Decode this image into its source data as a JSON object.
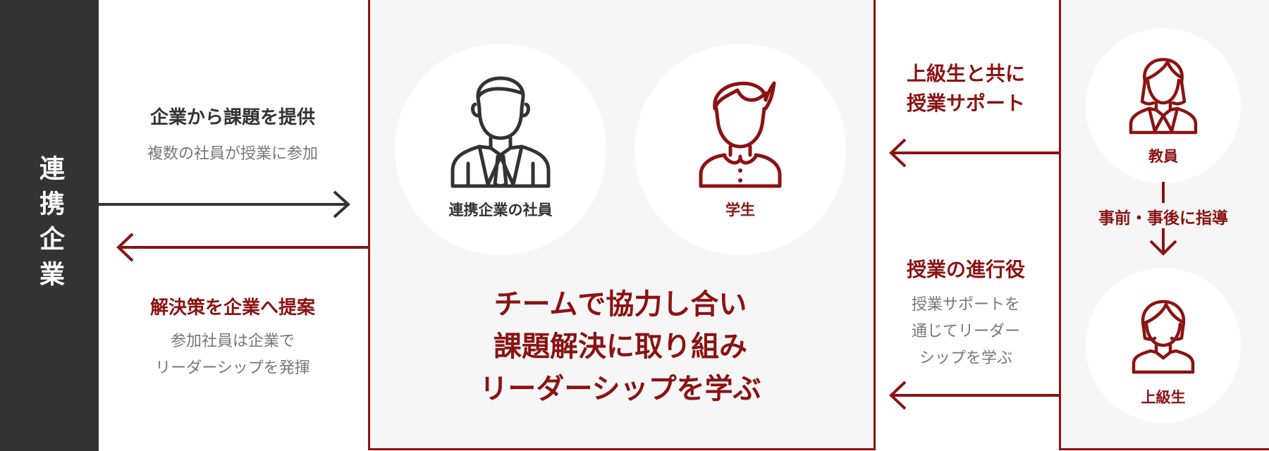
{
  "sidebar": {
    "title": "連携企業"
  },
  "left": {
    "top_heading": "企業から課題を提供",
    "top_sub": "複数の社員が授業に参加",
    "bottom_heading": "解決策を企業へ提案",
    "bottom_sub_1": "参加社員は企業で",
    "bottom_sub_2": "リーダーシップを発揮"
  },
  "center": {
    "employee_label": "連携企業の社員",
    "student_label": "学生",
    "line1": "チームで協力し合い",
    "line2": "課題解決に取り組み",
    "line3": "リーダーシップを学ぶ"
  },
  "middle_right": {
    "support_heading_1": "上級生と共に",
    "support_heading_2": "授業サポート",
    "facilitator_heading": "授業の進行役",
    "facilitator_sub_1": "授業サポートを",
    "facilitator_sub_2": "通じてリーダー",
    "facilitator_sub_3": "シップを学ぶ"
  },
  "right": {
    "teacher_label": "教員",
    "guidance_label": "事前・事後に指導",
    "senior_label": "上級生"
  },
  "colors": {
    "accent": "#8b1313",
    "dark": "#333333",
    "muted": "#777777"
  }
}
